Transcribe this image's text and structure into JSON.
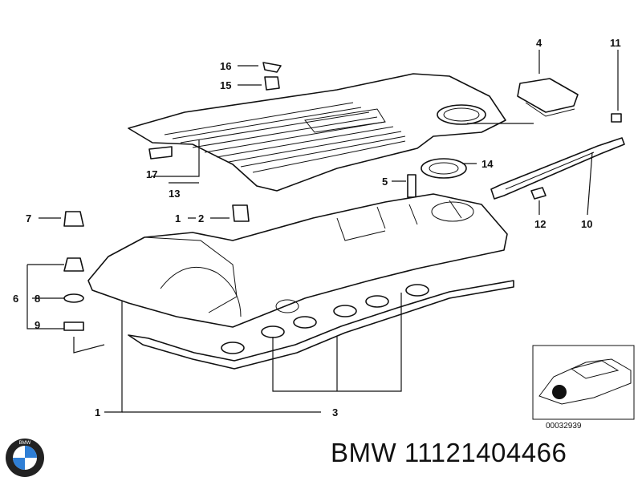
{
  "callouts": {
    "c1a": "1",
    "c1b": "1",
    "c2": "2",
    "c3": "3",
    "c4": "4",
    "c5": "5",
    "c6": "6",
    "c7": "7",
    "c8": "8",
    "c9": "9",
    "c10": "10",
    "c11": "11",
    "c12": "12",
    "c13": "13",
    "c14": "14",
    "c15": "15",
    "c16": "16",
    "c17": "17"
  },
  "inset": {
    "code": "00032939"
  },
  "logo": {
    "letters": "BMW"
  },
  "footer": {
    "brand": "BMW",
    "part_number": "11121404466",
    "text": "BMW 11121404466"
  },
  "colors": {
    "line": "#111111",
    "background": "#ffffff",
    "logo_blue": "#2f7fd6"
  }
}
